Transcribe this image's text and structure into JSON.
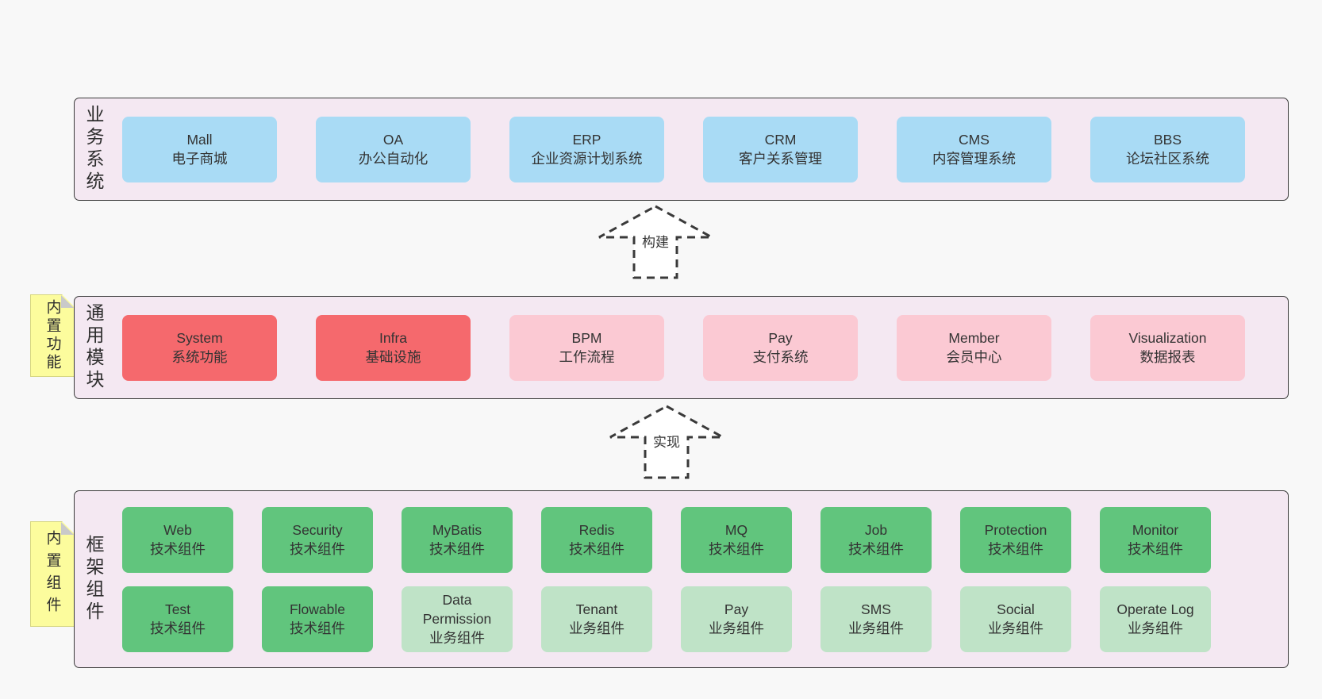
{
  "colors": {
    "pageBg": "#f8f8f8",
    "panelBg": "#f4e8f2",
    "panelBorder": "#3a3a3a",
    "blue": "#a9dbf5",
    "red": "#f5696d",
    "pink": "#fbc9d3",
    "green": "#61c57d",
    "lightgreen": "#bfe3c7",
    "noteBg": "#fcfc9d",
    "noteFold": "#c9c9c9",
    "text": "#333333"
  },
  "layers": [
    {
      "id": "business",
      "label": "业务系统",
      "rows": [
        [
          {
            "title": "Mall",
            "subtitle": "电子商城",
            "color": "blue"
          },
          {
            "title": "OA",
            "subtitle": "办公自动化",
            "color": "blue"
          },
          {
            "title": "ERP",
            "subtitle": "企业资源计划系统",
            "color": "blue"
          },
          {
            "title": "CRM",
            "subtitle": "客户关系管理",
            "color": "blue"
          },
          {
            "title": "CMS",
            "subtitle": "内容管理系统",
            "color": "blue"
          },
          {
            "title": "BBS",
            "subtitle": "论坛社区系统",
            "color": "blue"
          }
        ]
      ]
    },
    {
      "id": "modules",
      "label": "通用模块",
      "note": "内置功能",
      "rows": [
        [
          {
            "title": "System",
            "subtitle": "系统功能",
            "color": "red"
          },
          {
            "title": "Infra",
            "subtitle": "基础设施",
            "color": "red"
          },
          {
            "title": "BPM",
            "subtitle": "工作流程",
            "color": "pink"
          },
          {
            "title": "Pay",
            "subtitle": "支付系统",
            "color": "pink"
          },
          {
            "title": "Member",
            "subtitle": "会员中心",
            "color": "pink"
          },
          {
            "title": "Visualization",
            "subtitle": "数据报表",
            "color": "pink"
          }
        ]
      ]
    },
    {
      "id": "components",
      "label": "框架组件",
      "note": "内置组件",
      "rows": [
        [
          {
            "title": "Web",
            "subtitle": "技术组件",
            "color": "green"
          },
          {
            "title": "Security",
            "subtitle": "技术组件",
            "color": "green"
          },
          {
            "title": "MyBatis",
            "subtitle": "技术组件",
            "color": "green"
          },
          {
            "title": "Redis",
            "subtitle": "技术组件",
            "color": "green"
          },
          {
            "title": "MQ",
            "subtitle": "技术组件",
            "color": "green"
          },
          {
            "title": "Job",
            "subtitle": "技术组件",
            "color": "green"
          },
          {
            "title": "Protection",
            "subtitle": "技术组件",
            "color": "green"
          },
          {
            "title": "Monitor",
            "subtitle": "技术组件",
            "color": "green"
          }
        ],
        [
          {
            "title": "Test",
            "subtitle": "技术组件",
            "color": "green"
          },
          {
            "title": "Flowable",
            "subtitle": "技术组件",
            "color": "green"
          },
          {
            "title": "Data Permission",
            "subtitle": "业务组件",
            "color": "lightgreen"
          },
          {
            "title": "Tenant",
            "subtitle": "业务组件",
            "color": "lightgreen"
          },
          {
            "title": "Pay",
            "subtitle": "业务组件",
            "color": "lightgreen"
          },
          {
            "title": "SMS",
            "subtitle": "业务组件",
            "color": "lightgreen"
          },
          {
            "title": "Social",
            "subtitle": "业务组件",
            "color": "lightgreen"
          },
          {
            "title": "Operate Log",
            "subtitle": "业务组件",
            "color": "lightgreen"
          }
        ]
      ]
    }
  ],
  "arrows": [
    {
      "label": "构建"
    },
    {
      "label": "实现"
    }
  ]
}
